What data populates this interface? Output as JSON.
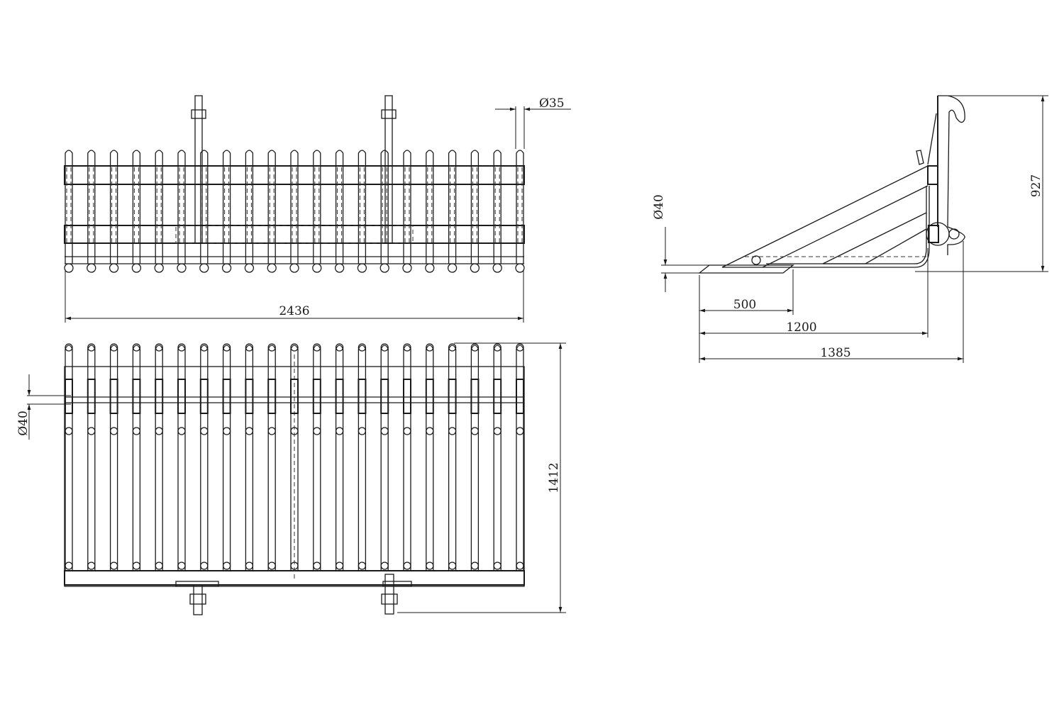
{
  "drawing": {
    "top_view": {
      "width_dim": "2436",
      "tine_dia_dim": "Ø35",
      "tine_count": 21
    },
    "plan_view": {
      "length_dim": "1412",
      "bar_dia_dim": "Ø40"
    },
    "side_view": {
      "height_dim": "927",
      "bar_dia_dim": "Ø40",
      "dim_short": "500",
      "dim_mid": "1200",
      "dim_long": "1385"
    }
  }
}
